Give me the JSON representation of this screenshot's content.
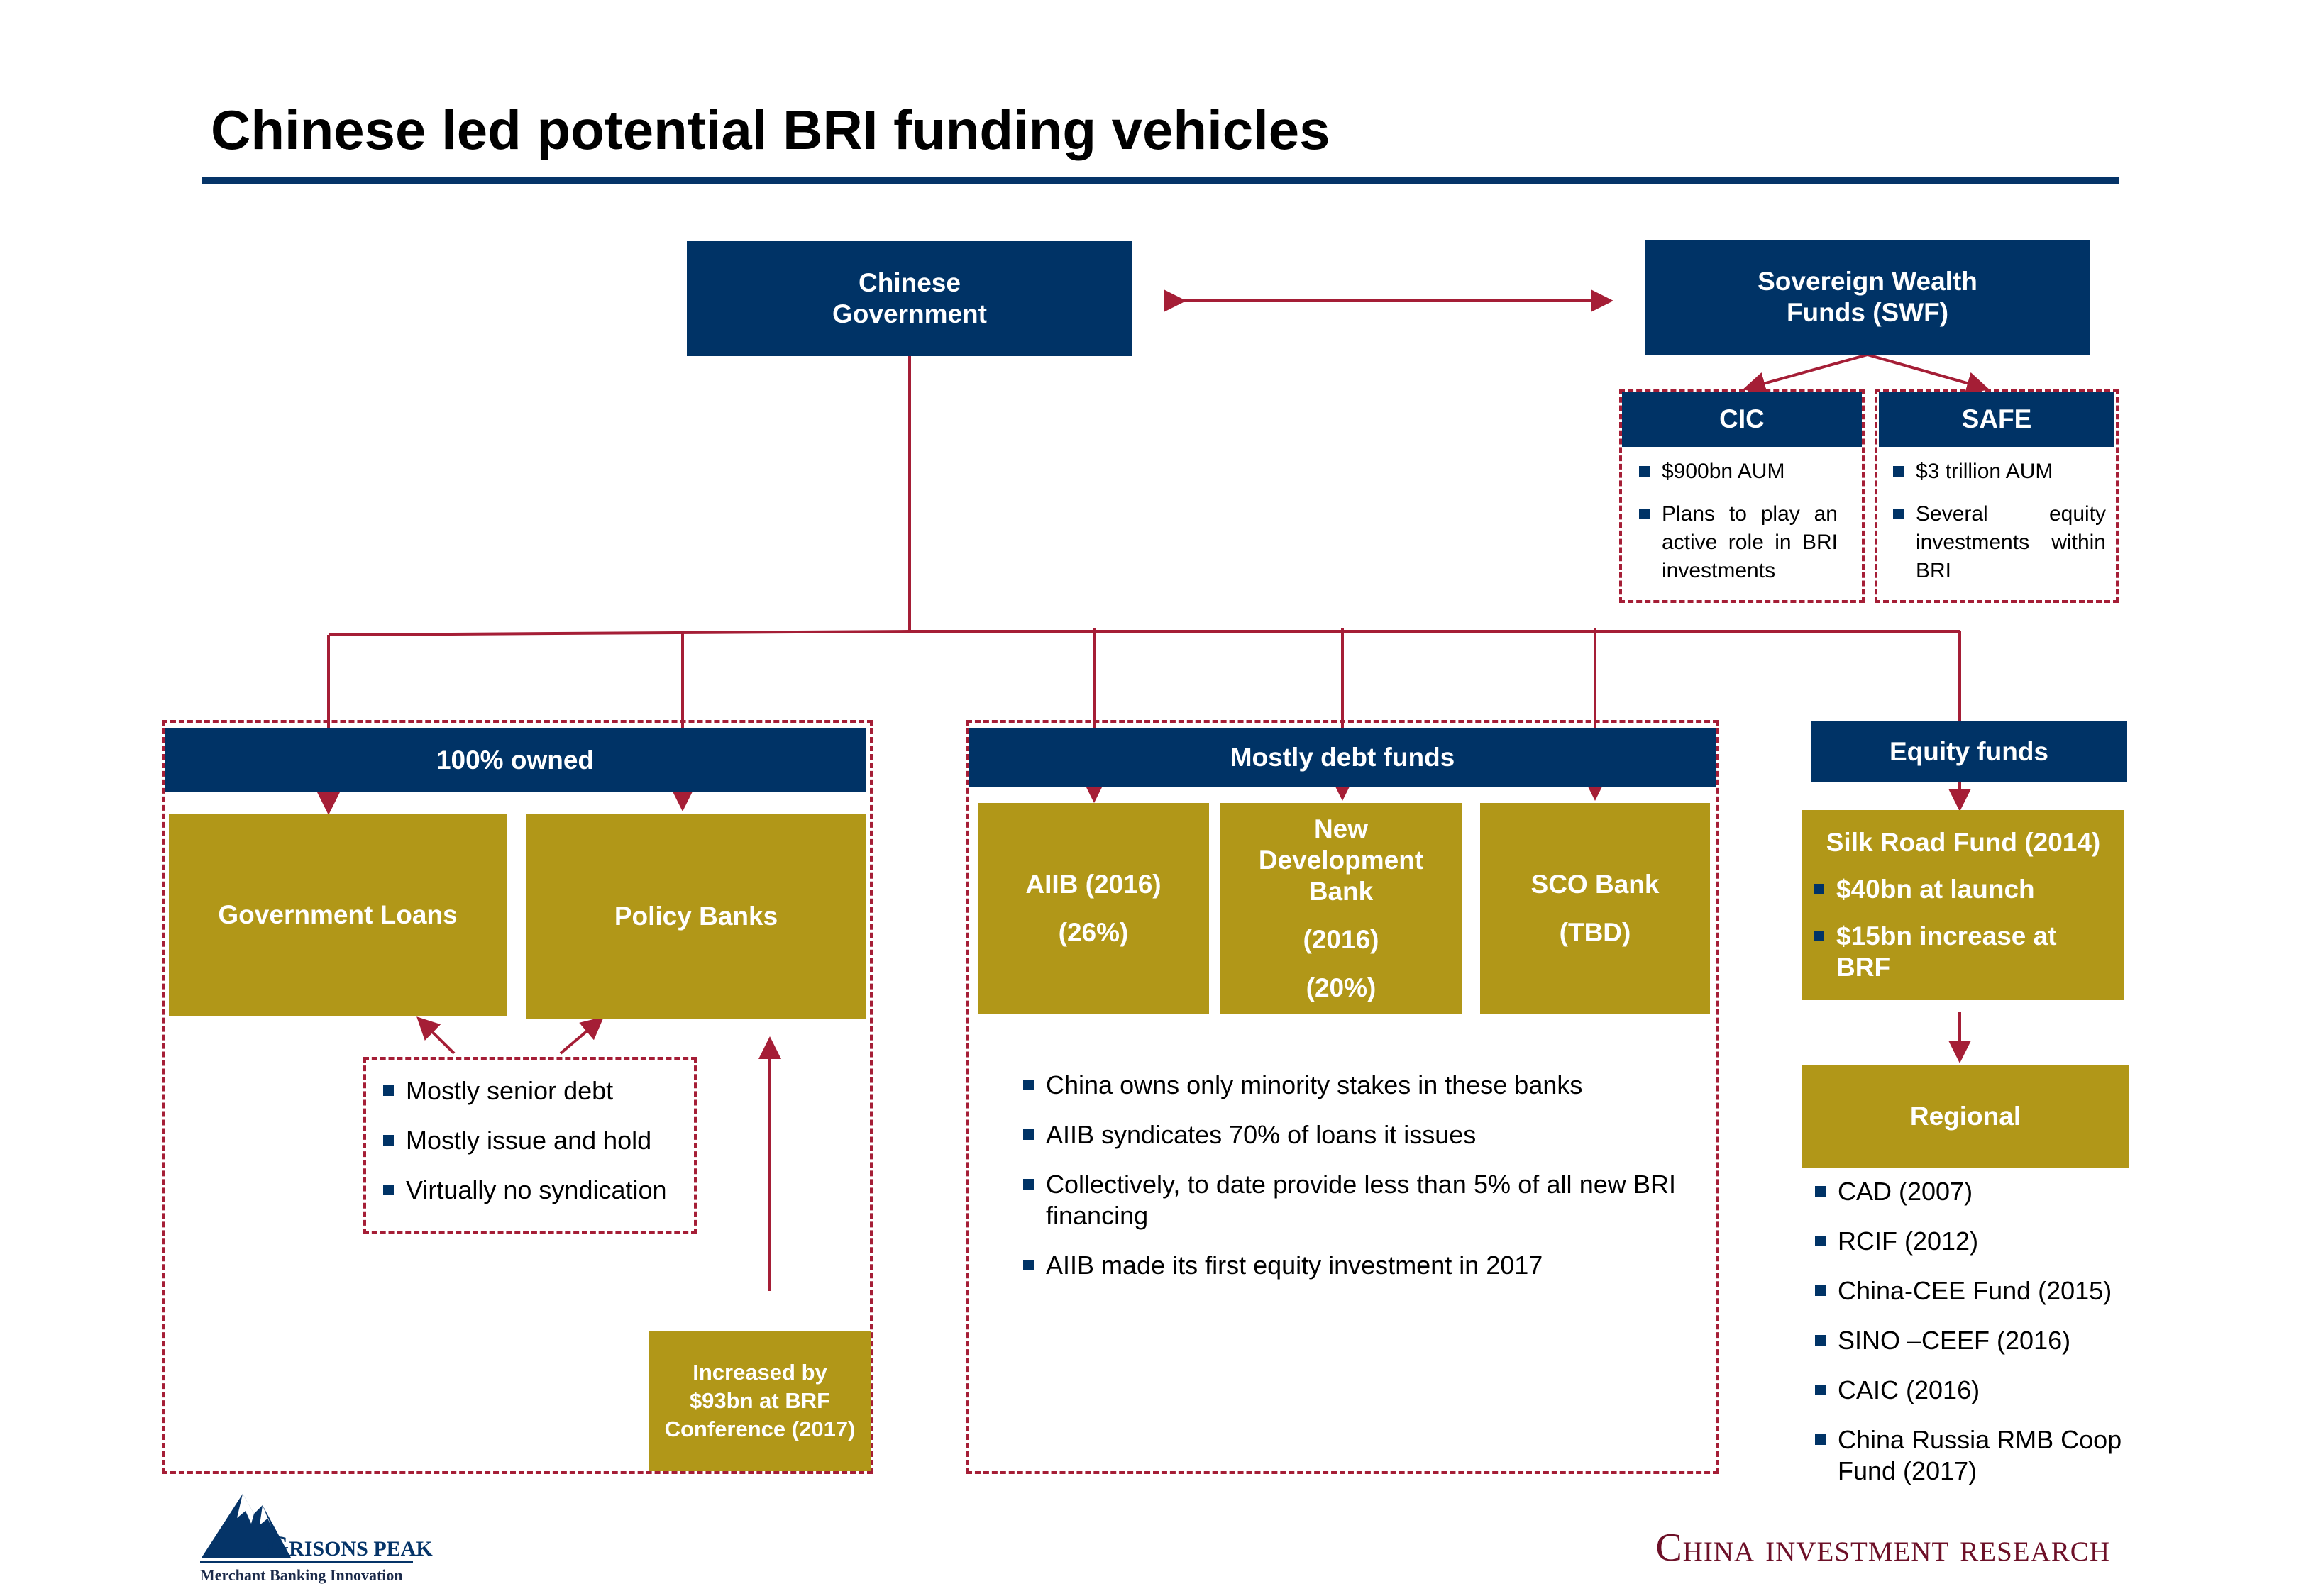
{
  "title": "Chinese led potential BRI funding vehicles",
  "top": {
    "chinese_government": "Chinese\nGovernment",
    "swf": "Sovereign Wealth\nFunds (SWF)"
  },
  "cic": {
    "header": "CIC",
    "bullets": [
      "$900bn AUM",
      "Plans to play an active role in BRI investments"
    ]
  },
  "safe": {
    "header": "SAFE",
    "bullets": [
      "$3 trillion AUM",
      "Several equity investments within BRI"
    ]
  },
  "owned": {
    "header": "100% owned",
    "government_loans": "Government Loans",
    "policy_banks": "Policy Banks",
    "bullets": [
      "Mostly senior debt",
      "Mostly issue and hold",
      "Virtually no syndication"
    ],
    "increase_note": "Increased by $93bn at BRF Conference (2017)"
  },
  "debt": {
    "header": "Mostly debt funds",
    "aiib": {
      "name": "AIIB (2016)",
      "stake": "(26%)"
    },
    "ndb": {
      "name": "New Development Bank",
      "year": "(2016)",
      "stake": "(20%)"
    },
    "sco": {
      "name": "SCO Bank",
      "stake": "(TBD)"
    },
    "bullets": [
      "China owns only minority stakes in these banks",
      "AIIB syndicates 70% of loans it issues",
      "Collectively, to date provide less than 5% of all new BRI financing",
      "AIIB made its first equity investment in 2017"
    ]
  },
  "equity": {
    "header": "Equity funds",
    "silk_road_title": "Silk Road Fund (2014)",
    "silk_road_bullets": [
      "$40bn at launch",
      "$15bn increase at BRF"
    ],
    "regional_header": "Regional",
    "regional_bullets": [
      "CAD (2007)",
      "RCIF (2012)",
      "China-CEE Fund (2015)",
      "SINO –CEEF (2016)",
      "CAIC (2016)",
      "China Russia RMB Coop Fund (2017)"
    ]
  },
  "footer": {
    "logo_name": "RISONS PEAK",
    "logo_initial": "G",
    "logo_tagline": "Merchant Banking Innovation",
    "research_label": "China investment research"
  },
  "colors": {
    "navy": "#003366",
    "gold": "#B19718",
    "arrow": "#A51E36",
    "rule": "#053468"
  }
}
